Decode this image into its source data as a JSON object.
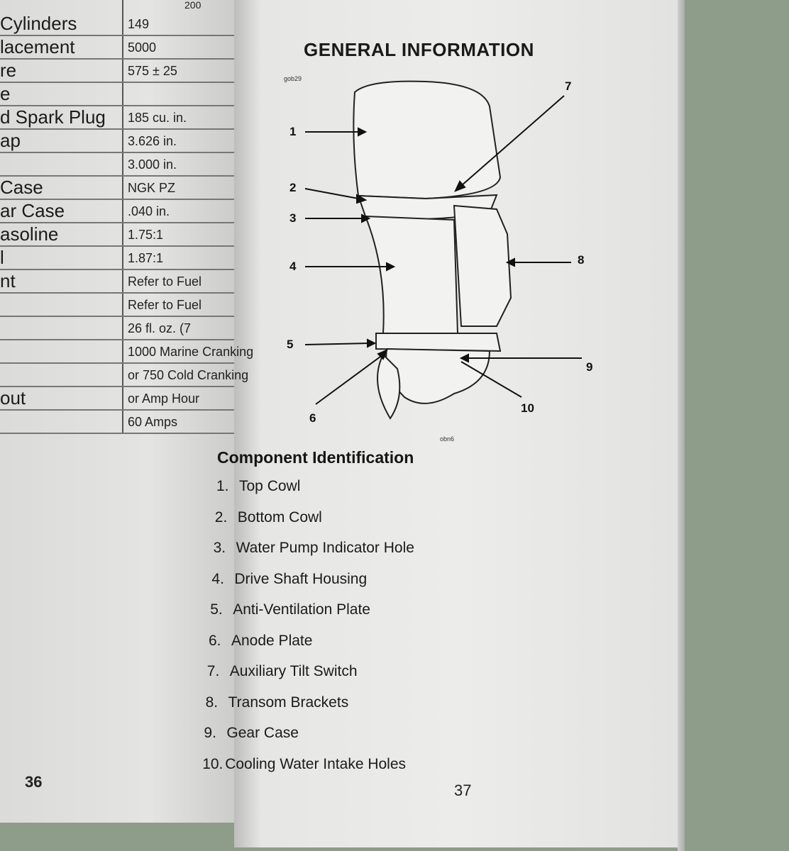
{
  "left_page": {
    "rows": [
      {
        "label": "Cylinders",
        "value": "149"
      },
      {
        "label": "lacement",
        "value": "5000"
      },
      {
        "label": "re",
        "value": "575 ± 25"
      },
      {
        "label": "e",
        "value": ""
      },
      {
        "label": "d Spark Plug",
        "value": "185 cu. in."
      },
      {
        "label": "ap",
        "value": "3.626 in."
      },
      {
        "label": "",
        "value": "3.000 in."
      },
      {
        "label": "Case",
        "value": "NGK PZ"
      },
      {
        "label": "ar Case",
        "value": ".040 in."
      },
      {
        "label": "asoline",
        "value": "1.75:1"
      },
      {
        "label": "l",
        "value": "1.87:1"
      },
      {
        "label": "nt",
        "value": "Refer to Fuel"
      },
      {
        "label": "",
        "value": "Refer to Fuel"
      },
      {
        "label": "",
        "value": "26 fl. oz. (7"
      },
      {
        "label": "",
        "value": "1000 Marine Cranking"
      },
      {
        "label": "",
        "value": "or 750 Cold Cranking"
      },
      {
        "label": "out",
        "value": "or Amp Hour"
      },
      {
        "label": "",
        "value": "60 Amps"
      }
    ],
    "top_value": "200",
    "page_number": "36"
  },
  "right_page": {
    "title": "GENERAL INFORMATION",
    "figure_code_top": "gob29",
    "figure_code_bottom": "obn6",
    "callouts": [
      "1",
      "2",
      "3",
      "4",
      "5",
      "6",
      "7",
      "8",
      "9",
      "10"
    ],
    "section_title": "Component Identification",
    "components": [
      {
        "n": "1.",
        "label": "Top Cowl"
      },
      {
        "n": "2.",
        "label": "Bottom Cowl"
      },
      {
        "n": "3.",
        "label": "Water Pump Indicator Hole"
      },
      {
        "n": "4.",
        "label": "Drive Shaft Housing"
      },
      {
        "n": "5.",
        "label": "Anti-Ventilation Plate"
      },
      {
        "n": "6.",
        "label": "Anode Plate"
      },
      {
        "n": "7.",
        "label": "Auxiliary Tilt Switch"
      },
      {
        "n": "8.",
        "label": "Transom Brackets"
      },
      {
        "n": "9.",
        "label": "Gear Case"
      },
      {
        "n": "10.",
        "label": "Cooling Water Intake Holes"
      }
    ],
    "page_number": "37"
  }
}
